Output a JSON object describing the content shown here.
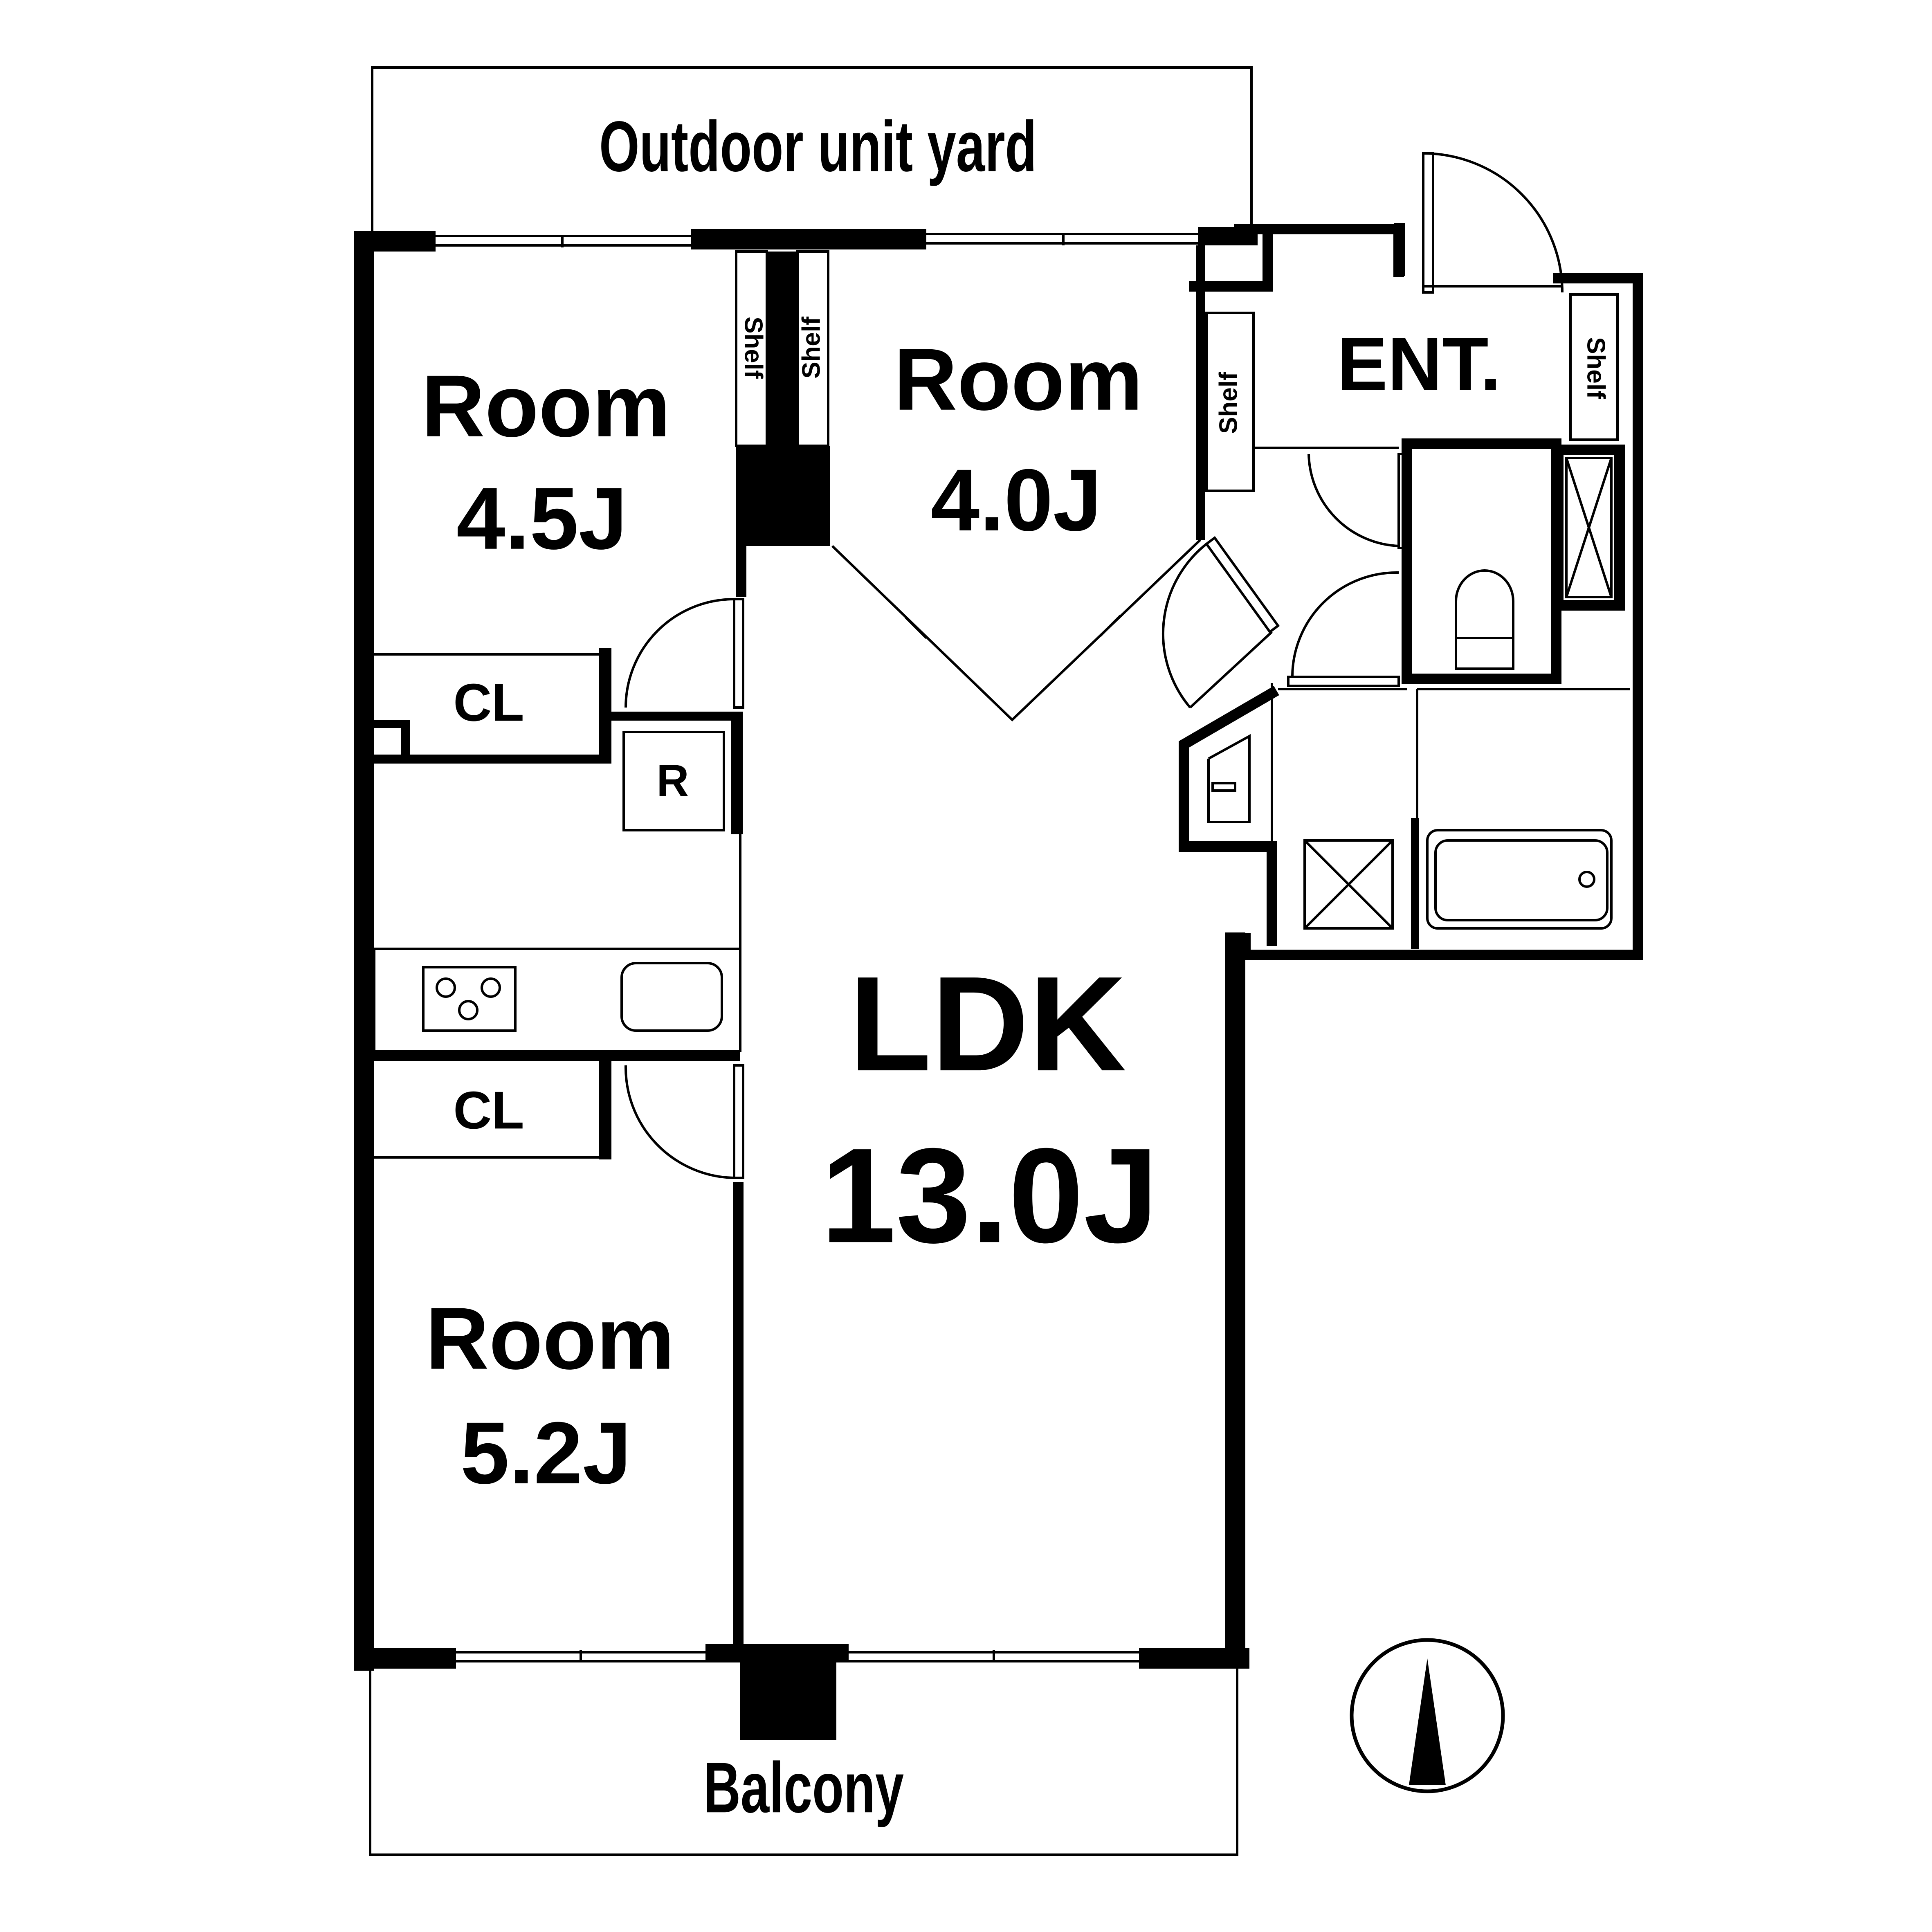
{
  "plan": {
    "outdoor_unit_yard": "Outdoor unit yard",
    "balcony": "Balcony",
    "ent": "ENT.",
    "shelf": "Shelf",
    "cl": "CL",
    "fridge": "R",
    "room_a": {
      "name": "Room",
      "size": "4.5J"
    },
    "room_b": {
      "name": "Room",
      "size": "4.0J"
    },
    "room_c": {
      "name": "Room",
      "size": "5.2J"
    },
    "ldk": {
      "name": "LDK",
      "size": "13.0J"
    }
  }
}
